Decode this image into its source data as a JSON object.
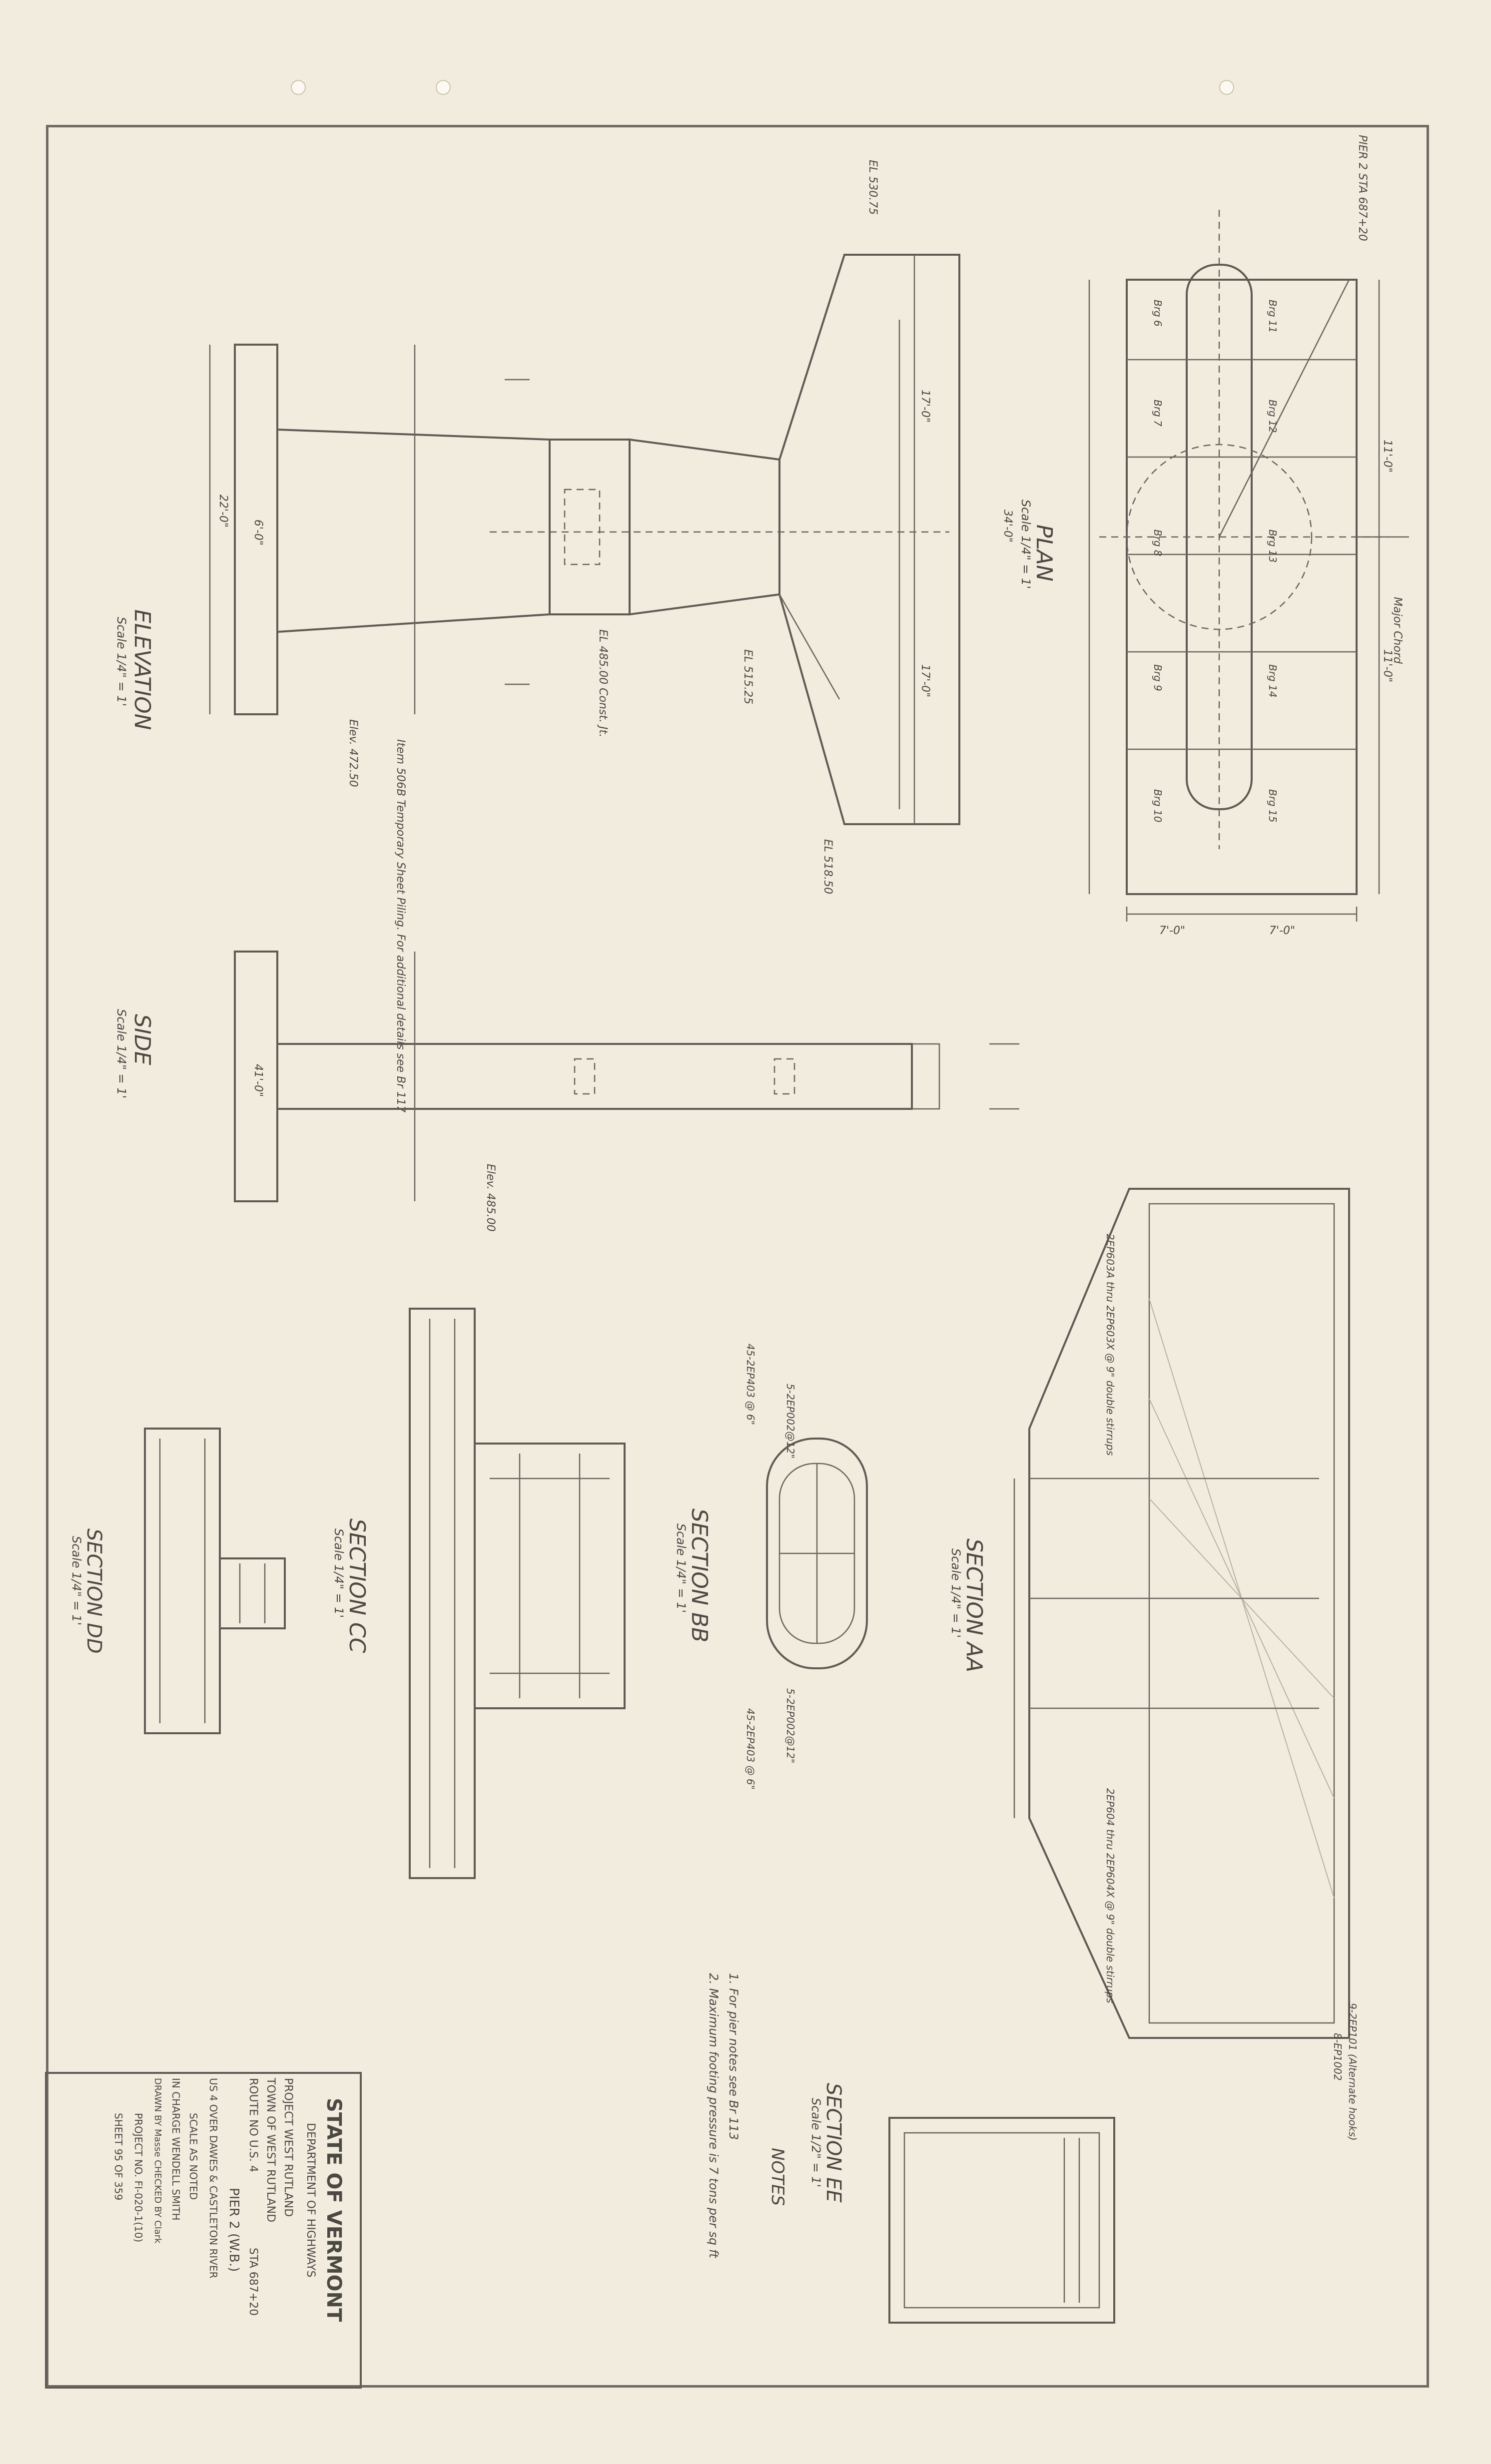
{
  "title_block": {
    "state": "STATE OF VERMONT",
    "department": "DEPARTMENT OF HIGHWAYS",
    "project": "PROJECT   WEST RUTLAND",
    "town": "TOWN OF   WEST RUTLAND",
    "route": "ROUTE NO  U.S. 4",
    "station": "STA  687+20",
    "pier": "PIER 2 (W.B.)",
    "crossing": "US 4 OVER DAWES & CASTLETON RIVER",
    "scale": "SCALE   AS NOTED",
    "in_charge": "IN CHARGE   WENDELL SMITH",
    "drawn": "DRAWN BY  Masse     CHECKED BY  Clark",
    "project_no": "PROJECT NO.  FI-020-1(10)",
    "sheet": "SHEET  95  OF  359"
  },
  "views": {
    "plan_title": "PLAN",
    "plan_scale": "Scale 1/4\" = 1'",
    "elevation_title": "ELEVATION",
    "elevation_scale": "Scale 1/4\" = 1'",
    "side_title": "SIDE",
    "side_scale": "Scale 1/4\" = 1'",
    "section_aa_title": "SECTION AA",
    "section_aa_scale": "Scale 1/4\" = 1'",
    "section_bb_title": "SECTION BB",
    "section_bb_scale": "Scale 1/4\" = 1'",
    "section_cc_title": "SECTION CC",
    "section_cc_scale": "Scale 1/4\" = 1'",
    "section_dd_title": "SECTION DD",
    "section_dd_scale": "Scale 1/4\" = 1'",
    "section_ee_title": "SECTION EE",
    "section_ee_scale": "Scale 1/2\" = 1'"
  },
  "notes": {
    "title": "NOTES",
    "n1": "1. For pier notes see Br 113",
    "n2": "2. Maximum footing pressure is 7 tons per sq ft"
  },
  "annotations": {
    "pier_ref": "PIER 2  STA 687+20",
    "major_chord": "Major Chord",
    "el_top": "EL 530.75",
    "el_bottom": "EL 518.50",
    "el_mid": "EL 515.25",
    "el_footing": "Elev. 472.50",
    "el_const": "EL 485.00  Const. Jt.",
    "el_side": "Elev. 485.00",
    "sheet_piling": "Item 506B Temporary Sheet Piling. For additional details see Br 117",
    "dim_34": "34'-0\"",
    "dim_17a": "17'-0\"",
    "dim_17b": "17'-0\"",
    "dim_11a": "11'-0\"",
    "dim_11b": "11'-0\"",
    "dim_7a": "7'-0\"",
    "dim_7b": "7'-0\"",
    "dim_22": "22'-0\"",
    "dim_6": "6'-0\"",
    "dim_41": "41'-0\"",
    "bm6": "Brg 6",
    "bm7": "Brg 7",
    "bm8": "Brg 8",
    "bm9": "Brg 9",
    "bm10": "Brg 10",
    "bm11": "Brg 11",
    "bm12": "Brg 12",
    "bm13": "Brg 13",
    "bm14": "Brg 14",
    "bm15": "Brg 15",
    "stirrups_a": "2EP603A thru 2EP603X @ 9\" double stirrups",
    "stirrups_b": "2EP604 thru 2EP604X @ 9\" double stirrups",
    "alt_hooks": "9-2EP101 (Alternate hooks)",
    "ep_bars": "8-EP1002",
    "bb_top": "5-2EP002@12\"",
    "bb_bot": "5-2EP002@12\"",
    "bb_left": "45-2EP403 @ 6\"",
    "bb_right": "45-2EP403 @ 6\""
  }
}
